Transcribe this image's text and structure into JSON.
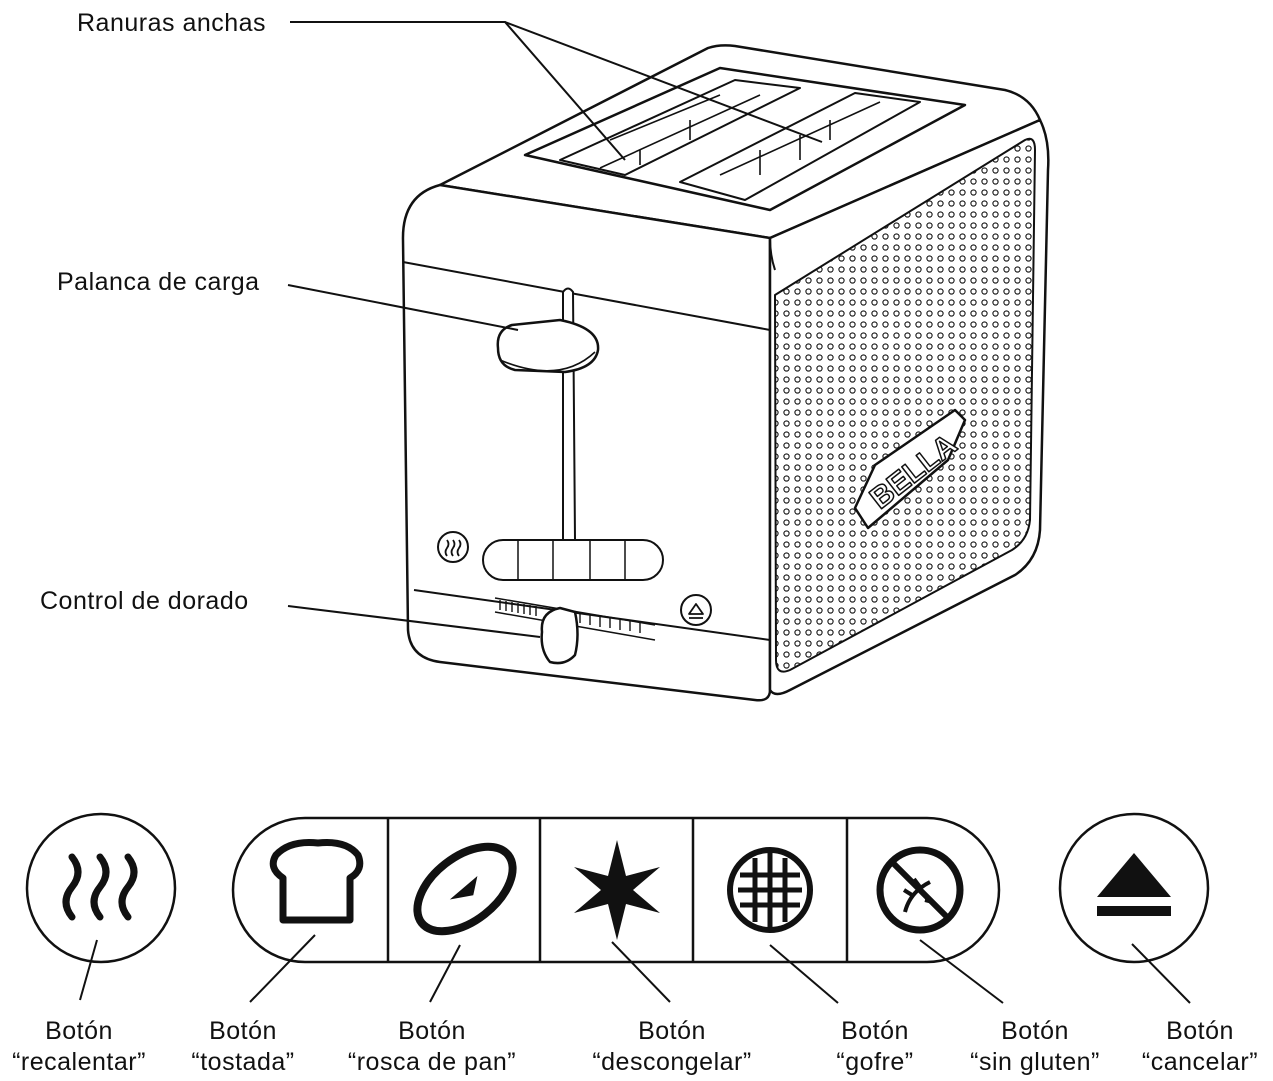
{
  "callouts": {
    "slots": "Ranuras anchas",
    "lever": "Palanca de carga",
    "browning": "Control de dorado"
  },
  "brand": "BELLA",
  "buttons": [
    {
      "icon": "heat-waves-icon",
      "line1": "Botón",
      "line2": "“recalentar”"
    },
    {
      "icon": "toast-icon",
      "line1": "Botón",
      "line2": "“tostada”"
    },
    {
      "icon": "bagel-icon",
      "line1": "Botón",
      "line2": "“rosca de pan”"
    },
    {
      "icon": "snowflake-icon",
      "line1": "Botón",
      "line2": "“descongelar”"
    },
    {
      "icon": "waffle-icon",
      "line1": "Botón",
      "line2": "“gofre”"
    },
    {
      "icon": "no-gluten-icon",
      "line1": "Botón",
      "line2": "“sin gluten”"
    },
    {
      "icon": "eject-icon",
      "line1": "Botón",
      "line2": "“cancelar”"
    }
  ],
  "colors": {
    "ink": "#111111",
    "paper": "#ffffff"
  }
}
